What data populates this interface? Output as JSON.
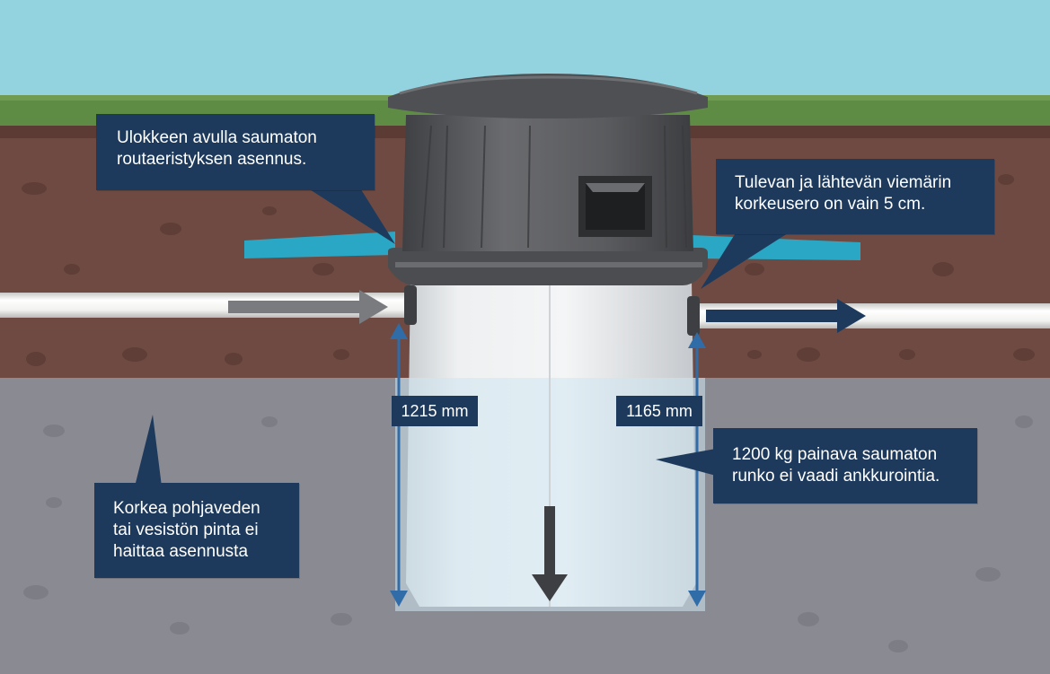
{
  "callouts": {
    "frost_insulation": [
      "Ulokkeen avulla saumaton",
      "routaeristyksen asennus."
    ],
    "sewer_height": [
      "Tulevan ja lähtevän viemärin",
      "korkeusero on vain 5 cm."
    ],
    "weight": [
      "1200 kg painava saumaton",
      "runko ei vaadi ankkurointia."
    ],
    "groundwater": [
      "Korkea pohjaveden",
      "tai vesistön pinta ei",
      "haittaa asennusta"
    ]
  },
  "dimensions": {
    "inlet_height": "1215 mm",
    "outlet_height": "1165 mm"
  },
  "colors": {
    "sky": "#93d2df",
    "grass": "#5f8c45",
    "soil": "#6f4a42",
    "groundwater": "#8a8a93",
    "callout_bg": "#1d3a5c",
    "dimension_arrow": "#2f6ca8",
    "insulation": "#2aa7c4",
    "well_body": "#e6e8ea",
    "lid": "#5b5c5f"
  }
}
